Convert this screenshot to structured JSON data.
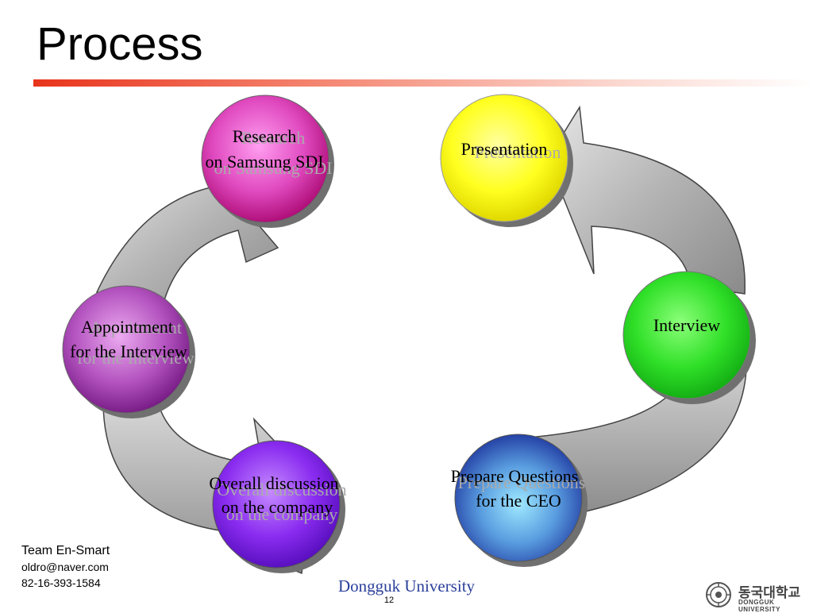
{
  "slide": {
    "title": "Process",
    "page_number": "12"
  },
  "steps": [
    {
      "line1": "Research",
      "line2": "on Samsung SDI",
      "color": "#d9259e"
    },
    {
      "line1": "Presentation",
      "line2": "",
      "color": "#ffff20"
    },
    {
      "line1": "Interview",
      "line2": "",
      "color": "#22d61f"
    },
    {
      "line1": "Prepare Questions",
      "line2": "for the CEO",
      "color": "#2a57c6"
    },
    {
      "line1": "Overall discussion",
      "line2": "on the company",
      "color": "#7a1fe0"
    },
    {
      "line1": "Appointment",
      "line2": "for the Interview",
      "color": "#9b3aa8"
    }
  ],
  "footer": {
    "team": "Team En-Smart",
    "email": "oldro@naver.com",
    "phone": "82-16-393-1584",
    "university": "Dongguk University",
    "logo_korean": "동국대학교",
    "logo_english": "DONGGUK UNIVERSITY"
  }
}
